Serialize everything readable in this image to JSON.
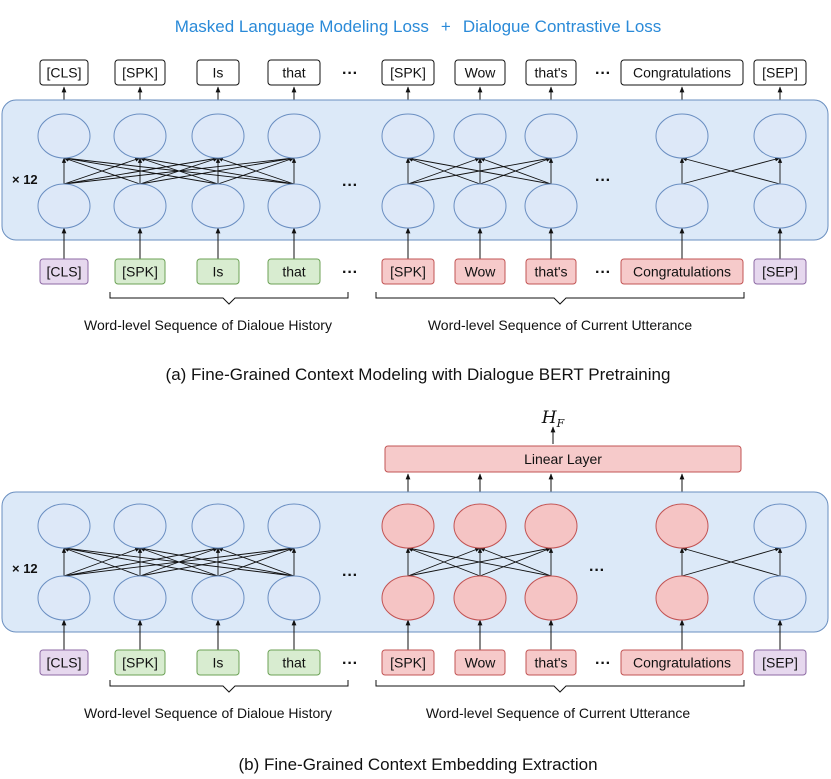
{
  "title_mlm": "Masked Language Modeling Loss",
  "title_plus": "+",
  "title_dcl": "Dialogue Contrastive Loss",
  "layers_label": "× 12",
  "ellipsis": "···",
  "history_label": "Word-level Sequence of Dialoue History",
  "current_label": "Word-level Sequence of Current Utterance",
  "caption_a": "(a) Fine-Grained Context Modeling with Dialogue BERT Pretraining",
  "caption_b": "(b) Fine-Grained Context Embedding Extraction",
  "linear_layer": "Linear Layer",
  "output_symbol": "H",
  "output_sub": "F",
  "output_tokens": [
    "[CLS]",
    "[SPK]",
    "Is",
    "that",
    "[SPK]",
    "Wow",
    "that's",
    "Congratulations",
    "[SEP]"
  ],
  "input_tokens": [
    {
      "text": "[CLS]",
      "group": "special"
    },
    {
      "text": "[SPK]",
      "group": "history"
    },
    {
      "text": "Is",
      "group": "history"
    },
    {
      "text": "that",
      "group": "history"
    },
    {
      "text": "[SPK]",
      "group": "current"
    },
    {
      "text": "Wow",
      "group": "current"
    },
    {
      "text": "that's",
      "group": "current"
    },
    {
      "text": "Congratulations",
      "group": "current"
    },
    {
      "text": "[SEP]",
      "group": "special"
    }
  ],
  "colors": {
    "panel": "#dce9f8",
    "panel_border": "#6a8fc0",
    "node": "#dde8f8",
    "node_border": "#6b8fc2",
    "node_active": "#f5c4c4",
    "node_active_border": "#c25454",
    "special": "#e6d8ee",
    "special_border": "#8d6aa4",
    "history": "#d8ecd0",
    "history_border": "#6ca256",
    "current": "#f6caca",
    "current_border": "#c25454",
    "title": "#2a8ad8"
  }
}
